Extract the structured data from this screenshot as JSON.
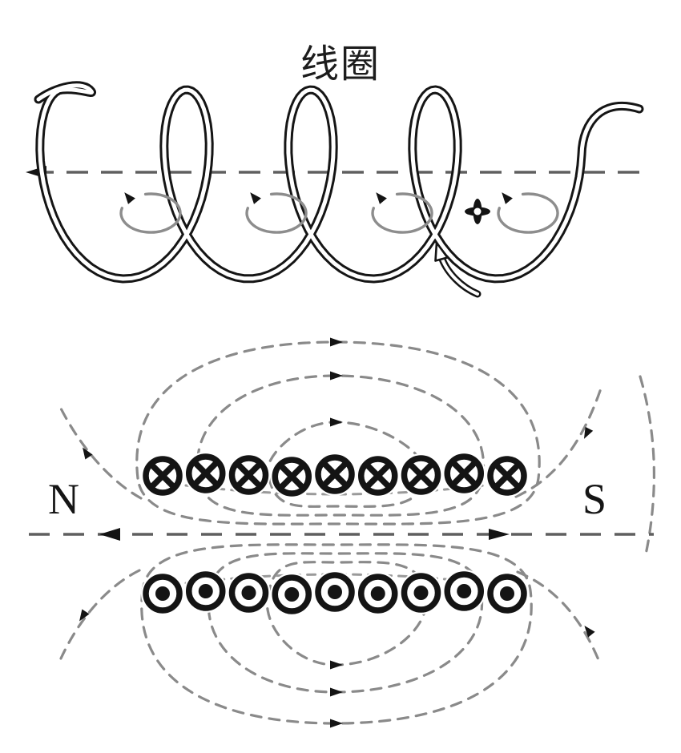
{
  "labels": {
    "coil_title": "线圈",
    "north_pole": "N",
    "south_pole": "S"
  },
  "coil": {
    "turns": 4,
    "rotation_arrow_count": 4,
    "rotation_arrow_direction": "up-left",
    "has_flux_symbol": true,
    "axis_arrow_direction": "left"
  },
  "wire_rows": {
    "into_page": {
      "glyph": "circle-cross",
      "meaning": "current into page",
      "count": 9
    },
    "out_of_page": {
      "glyph": "circle-dot",
      "meaning": "current out of page",
      "count": 9
    }
  },
  "field": {
    "style": "dashed",
    "top_loop_count": 3,
    "bottom_loop_count": 3,
    "top_loop_arrow": "right",
    "bottom_loop_arrow": "right",
    "axis_left_arrow": "left",
    "axis_right_arrow": "right"
  },
  "colors": {
    "ink": "#141414",
    "wire": "#151515",
    "field_line": "#8a8a8a",
    "mid_line": "#9a9a9a",
    "axis_line": "#5f5f5f",
    "background": "#ffffff"
  }
}
